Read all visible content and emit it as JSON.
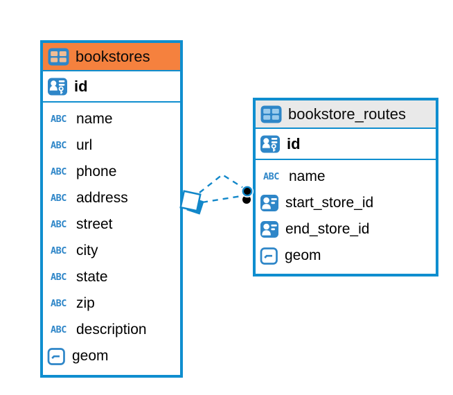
{
  "colors": {
    "table_border": "#0f8ecf",
    "accent_icon": "#2e86c8",
    "relationship_line": "#1287c9",
    "bookstores_header": "#f5813e",
    "routes_header": "#e9e9e9",
    "text": "#000000",
    "relationship_dot": "#000000"
  },
  "varchar_icon_label": "ABC",
  "tables": [
    {
      "title": "bookstores",
      "header_color": "#f5813e",
      "icon_cell_color": "#f0bd95",
      "key_columns": [
        {
          "name": "id",
          "icon": "primary-key-icon"
        }
      ],
      "columns": [
        {
          "name": "name",
          "icon": "varchar-icon"
        },
        {
          "name": "url",
          "icon": "varchar-icon"
        },
        {
          "name": "phone",
          "icon": "varchar-icon"
        },
        {
          "name": "address",
          "icon": "varchar-icon"
        },
        {
          "name": "street",
          "icon": "varchar-icon"
        },
        {
          "name": "city",
          "icon": "varchar-icon"
        },
        {
          "name": "state",
          "icon": "varchar-icon"
        },
        {
          "name": "zip",
          "icon": "varchar-icon"
        },
        {
          "name": "description",
          "icon": "varchar-icon"
        },
        {
          "name": "geom",
          "icon": "geometry-icon"
        }
      ]
    },
    {
      "title": "bookstore_routes",
      "header_color": "#e9e9e9",
      "icon_cell_color": "#9acbec",
      "key_columns": [
        {
          "name": "id",
          "icon": "primary-key-icon"
        }
      ],
      "columns": [
        {
          "name": "name",
          "icon": "varchar-icon"
        },
        {
          "name": "start_store_id",
          "icon": "reference-icon"
        },
        {
          "name": "end_store_id",
          "icon": "reference-icon"
        },
        {
          "name": "geom",
          "icon": "geometry-icon"
        }
      ]
    }
  ],
  "relationships": [
    {
      "from_table": "bookstores",
      "to_table": "bookstore_routes",
      "style": "dashed"
    },
    {
      "from_table": "bookstores",
      "to_table": "bookstore_routes",
      "style": "dashed"
    }
  ]
}
